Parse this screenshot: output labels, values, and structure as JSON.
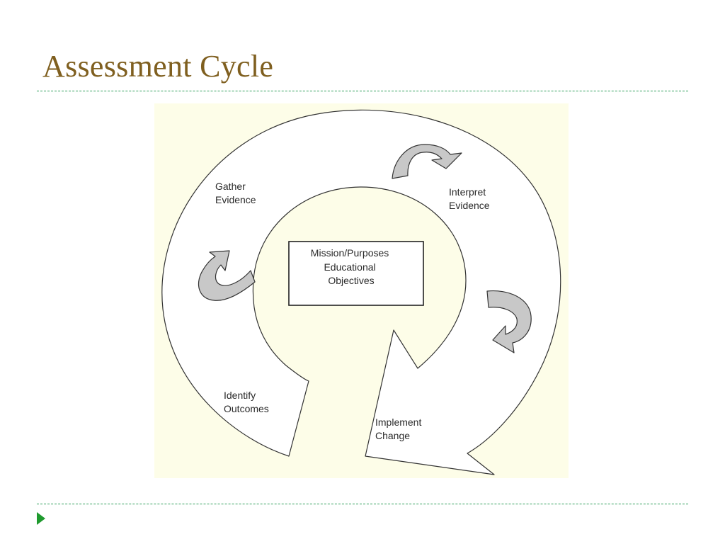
{
  "slide": {
    "title": "Assessment Cycle"
  },
  "diagram": {
    "center_box": {
      "lines": [
        "Mission/Purposes",
        "Educational",
        "Objectives"
      ]
    },
    "stages": {
      "gather": [
        "Gather",
        "Evidence"
      ],
      "interpret": [
        "Interpret",
        "Evidence"
      ],
      "implement": [
        "Implement",
        "Change"
      ],
      "identify": [
        "Identify",
        "Outcomes"
      ]
    }
  },
  "colors": {
    "title": "#7f5f1f",
    "divider": "#2e9e5a",
    "bullet": "#1f9a2e",
    "diagram_bg": "#fdfde8",
    "ring_fill": "#ffffff",
    "arrow_fill": "#c8c8c8"
  },
  "icons": {
    "bullet": "triangle-right-icon"
  }
}
